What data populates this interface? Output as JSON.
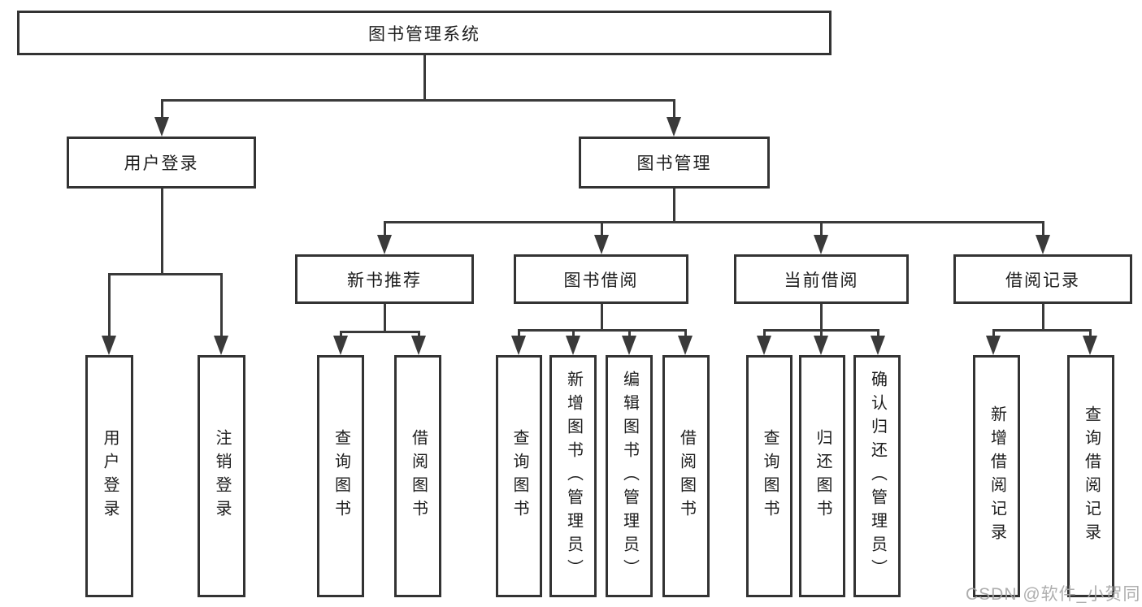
{
  "tree": {
    "label": "图书管理系统",
    "children": [
      {
        "label": "用户登录",
        "children": [
          {
            "label": "用户登录"
          },
          {
            "label": "注销登录"
          }
        ]
      },
      {
        "label": "图书管理",
        "children": [
          {
            "label": "新书推荐",
            "children": [
              {
                "label": "查询图书"
              },
              {
                "label": "借阅图书"
              }
            ]
          },
          {
            "label": "图书借阅",
            "children": [
              {
                "label": "查询图书"
              },
              {
                "label": "新增图书（管理员）"
              },
              {
                "label": "编辑图书（管理员）"
              },
              {
                "label": "借阅图书"
              }
            ]
          },
          {
            "label": "当前借阅",
            "children": [
              {
                "label": "查询图书"
              },
              {
                "label": "归还图书"
              },
              {
                "label": "确认归还（管理员）"
              }
            ]
          },
          {
            "label": "借阅记录",
            "children": [
              {
                "label": "新增借阅记录"
              },
              {
                "label": "查询借阅记录"
              }
            ]
          }
        ]
      }
    ]
  },
  "watermark": {
    "text": "CSDN @软件_小贺同学"
  },
  "colors": {
    "line": "#3a3a3a",
    "box_border": "#333333",
    "text": "#1d1d1d",
    "background": "#ffffff",
    "watermark": "#a6a6a6"
  }
}
